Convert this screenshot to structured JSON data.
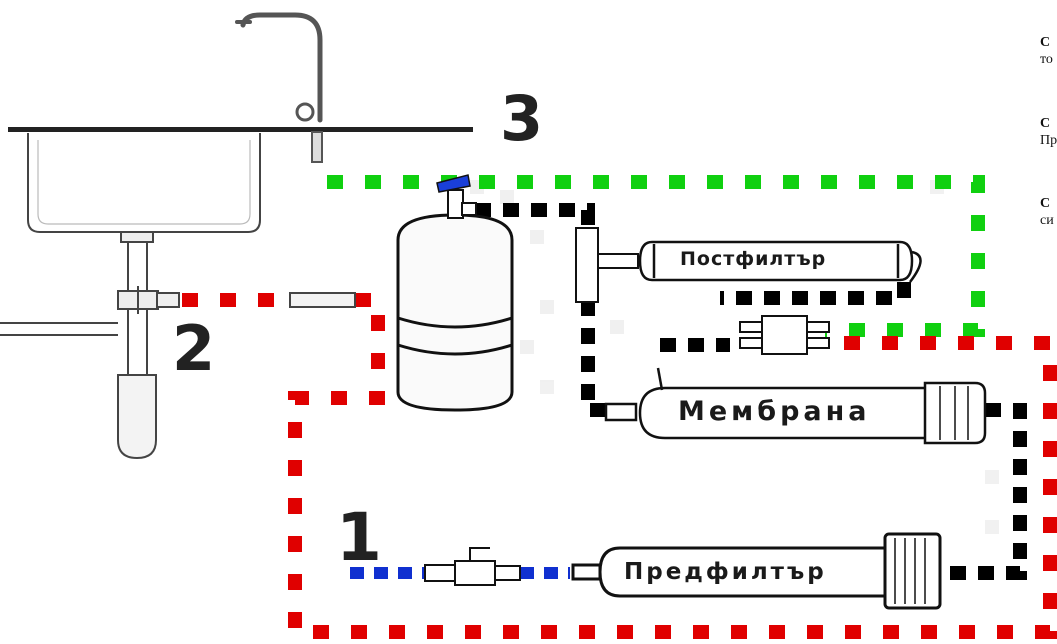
{
  "labels": {
    "step1": "1",
    "step2": "2",
    "step3": "3",
    "postfilter": "Постфилтър",
    "membrane": "Мембрана",
    "prefilter": "Предфилтър"
  },
  "side_notes": [
    {
      "title": "С",
      "line": "то"
    },
    {
      "title": "С",
      "line": "Пр"
    },
    {
      "title": "С",
      "line": "си"
    }
  ],
  "colors": {
    "supply_line": "#e00000",
    "inlet_line": "#1030d0",
    "outlet_line": "#10d010",
    "internal_line": "#000000",
    "faucet_handle": "#1a3fd8"
  }
}
